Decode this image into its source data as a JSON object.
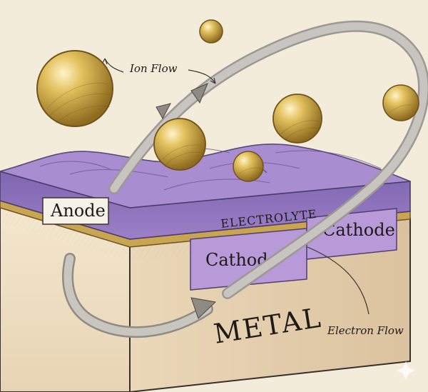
{
  "labels": {
    "anode": "Anode",
    "electrolyte": "ELECTROLYTE",
    "cathode_left": "Cathode",
    "cathode_right": "Cathode",
    "metal": "METAL",
    "ion_flow": "Ion Flow",
    "electron_flow": "Electron Flow"
  },
  "colors": {
    "background": "#f4ecdb",
    "electrolyte": "#8c71b8",
    "cathode": "#b79bd8",
    "metal": "#efe2c8",
    "brass_strip": "#c8a24e",
    "ion": "#d7b34b",
    "arrow": "#b9b6b1"
  }
}
